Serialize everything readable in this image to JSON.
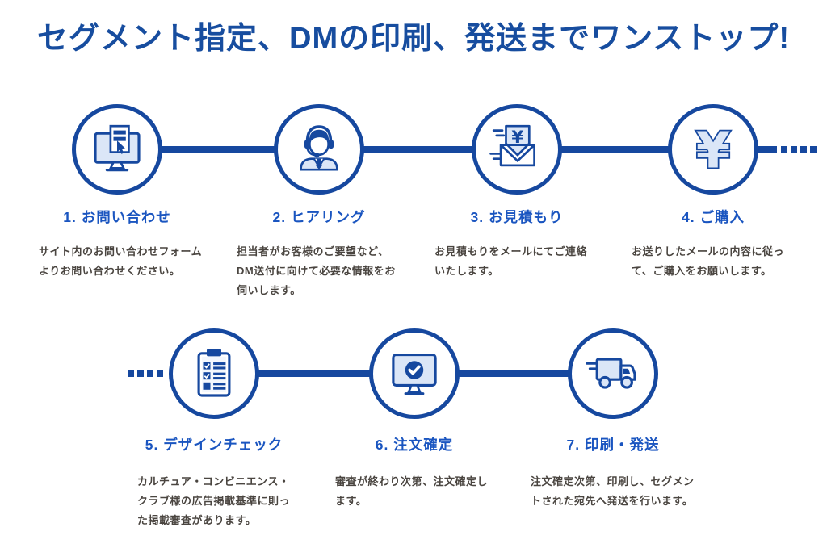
{
  "title": "セグメント指定、DMの印刷、発送までワンストップ!",
  "colors": {
    "accent_blue": "#16489f",
    "title_blue": "#174d9f",
    "label_blue": "#1a55c0",
    "light_blue_fill": "#dbe6f7",
    "body_text": "#4a4540",
    "background": "#ffffff"
  },
  "glyphs": {
    "yen": "¥"
  },
  "steps": [
    {
      "label": "1. お問い合わせ",
      "icon": "monitor-form-cursor-icon",
      "description": "サイト内のお問い合わせフォーム\nよりお問い合わせください。"
    },
    {
      "label": "2. ヒアリング",
      "icon": "support-operator-icon",
      "description": "担当者がお客様のご要望など、\nDM送付に向けて必要な情報をお\n伺いします。"
    },
    {
      "label": "3. お見積もり",
      "icon": "envelope-yen-icon",
      "description": "お見積もりをメールにてご連絡\nいたします。"
    },
    {
      "label": "4. ご購入",
      "icon": "yen-icon",
      "description": "お送りしたメールの内容に従っ\nて、ご購入をお願いします。"
    },
    {
      "label": "5. デザインチェック",
      "icon": "checklist-clipboard-icon",
      "description": "カルチュア・コンビニエンス・\nクラブ様の広告掲載基準に則っ\nた掲載審査があります。"
    },
    {
      "label": "6. 注文確定",
      "icon": "monitor-check-icon",
      "description": "審査が終わり次第、注文確定し\nます。"
    },
    {
      "label": "7. 印刷・発送",
      "icon": "delivery-truck-icon",
      "description": "注文確定次第、印刷し、セグメン\nトされた宛先へ発送を行います。"
    }
  ]
}
